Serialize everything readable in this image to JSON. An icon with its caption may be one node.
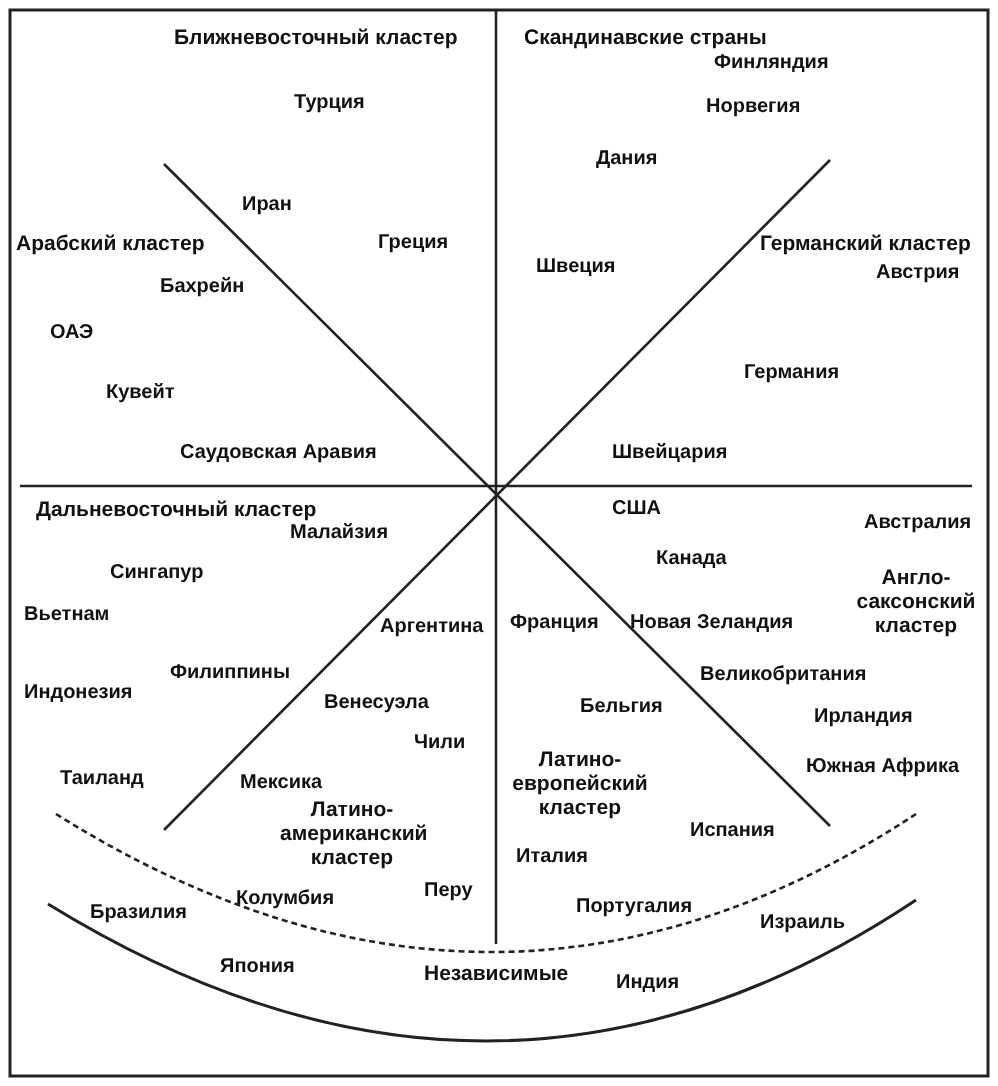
{
  "diagram": {
    "labels": [
      "Ближневосточный кластер",
      "Скандинавские страны",
      "Финляндия",
      "Турция",
      "Норвегия",
      "Дания",
      "Иран",
      "Арабский кластер",
      "Греция",
      "Германский кластер",
      "Швеция",
      "Австрия",
      "Бахрейн",
      "ОАЭ",
      "Германия",
      "Кувейт",
      "Саудовская Аравия",
      "Швейцария",
      "Дальневосточный кластер",
      "США",
      "Малайзия",
      "Австралия",
      "Канада",
      "Сингапур",
      "Англо-саксонский кластер",
      "Вьетнам",
      "Аргентина",
      "Франция",
      "Новая Зеландия",
      "Филиппины",
      "Великобритания",
      "Индонезия",
      "Венесуэла",
      "Бельгия",
      "Ирландия",
      "Чили",
      "Латино-европейский кластер",
      "Южная Африка",
      "Таиланд",
      "Мексика",
      "Латино-американский кластер",
      "Испания",
      "Италия",
      "Колумбия",
      "Перу",
      "Бразилия",
      "Португалия",
      "Израиль",
      "Япония",
      "Независимые",
      "Индия"
    ]
  }
}
